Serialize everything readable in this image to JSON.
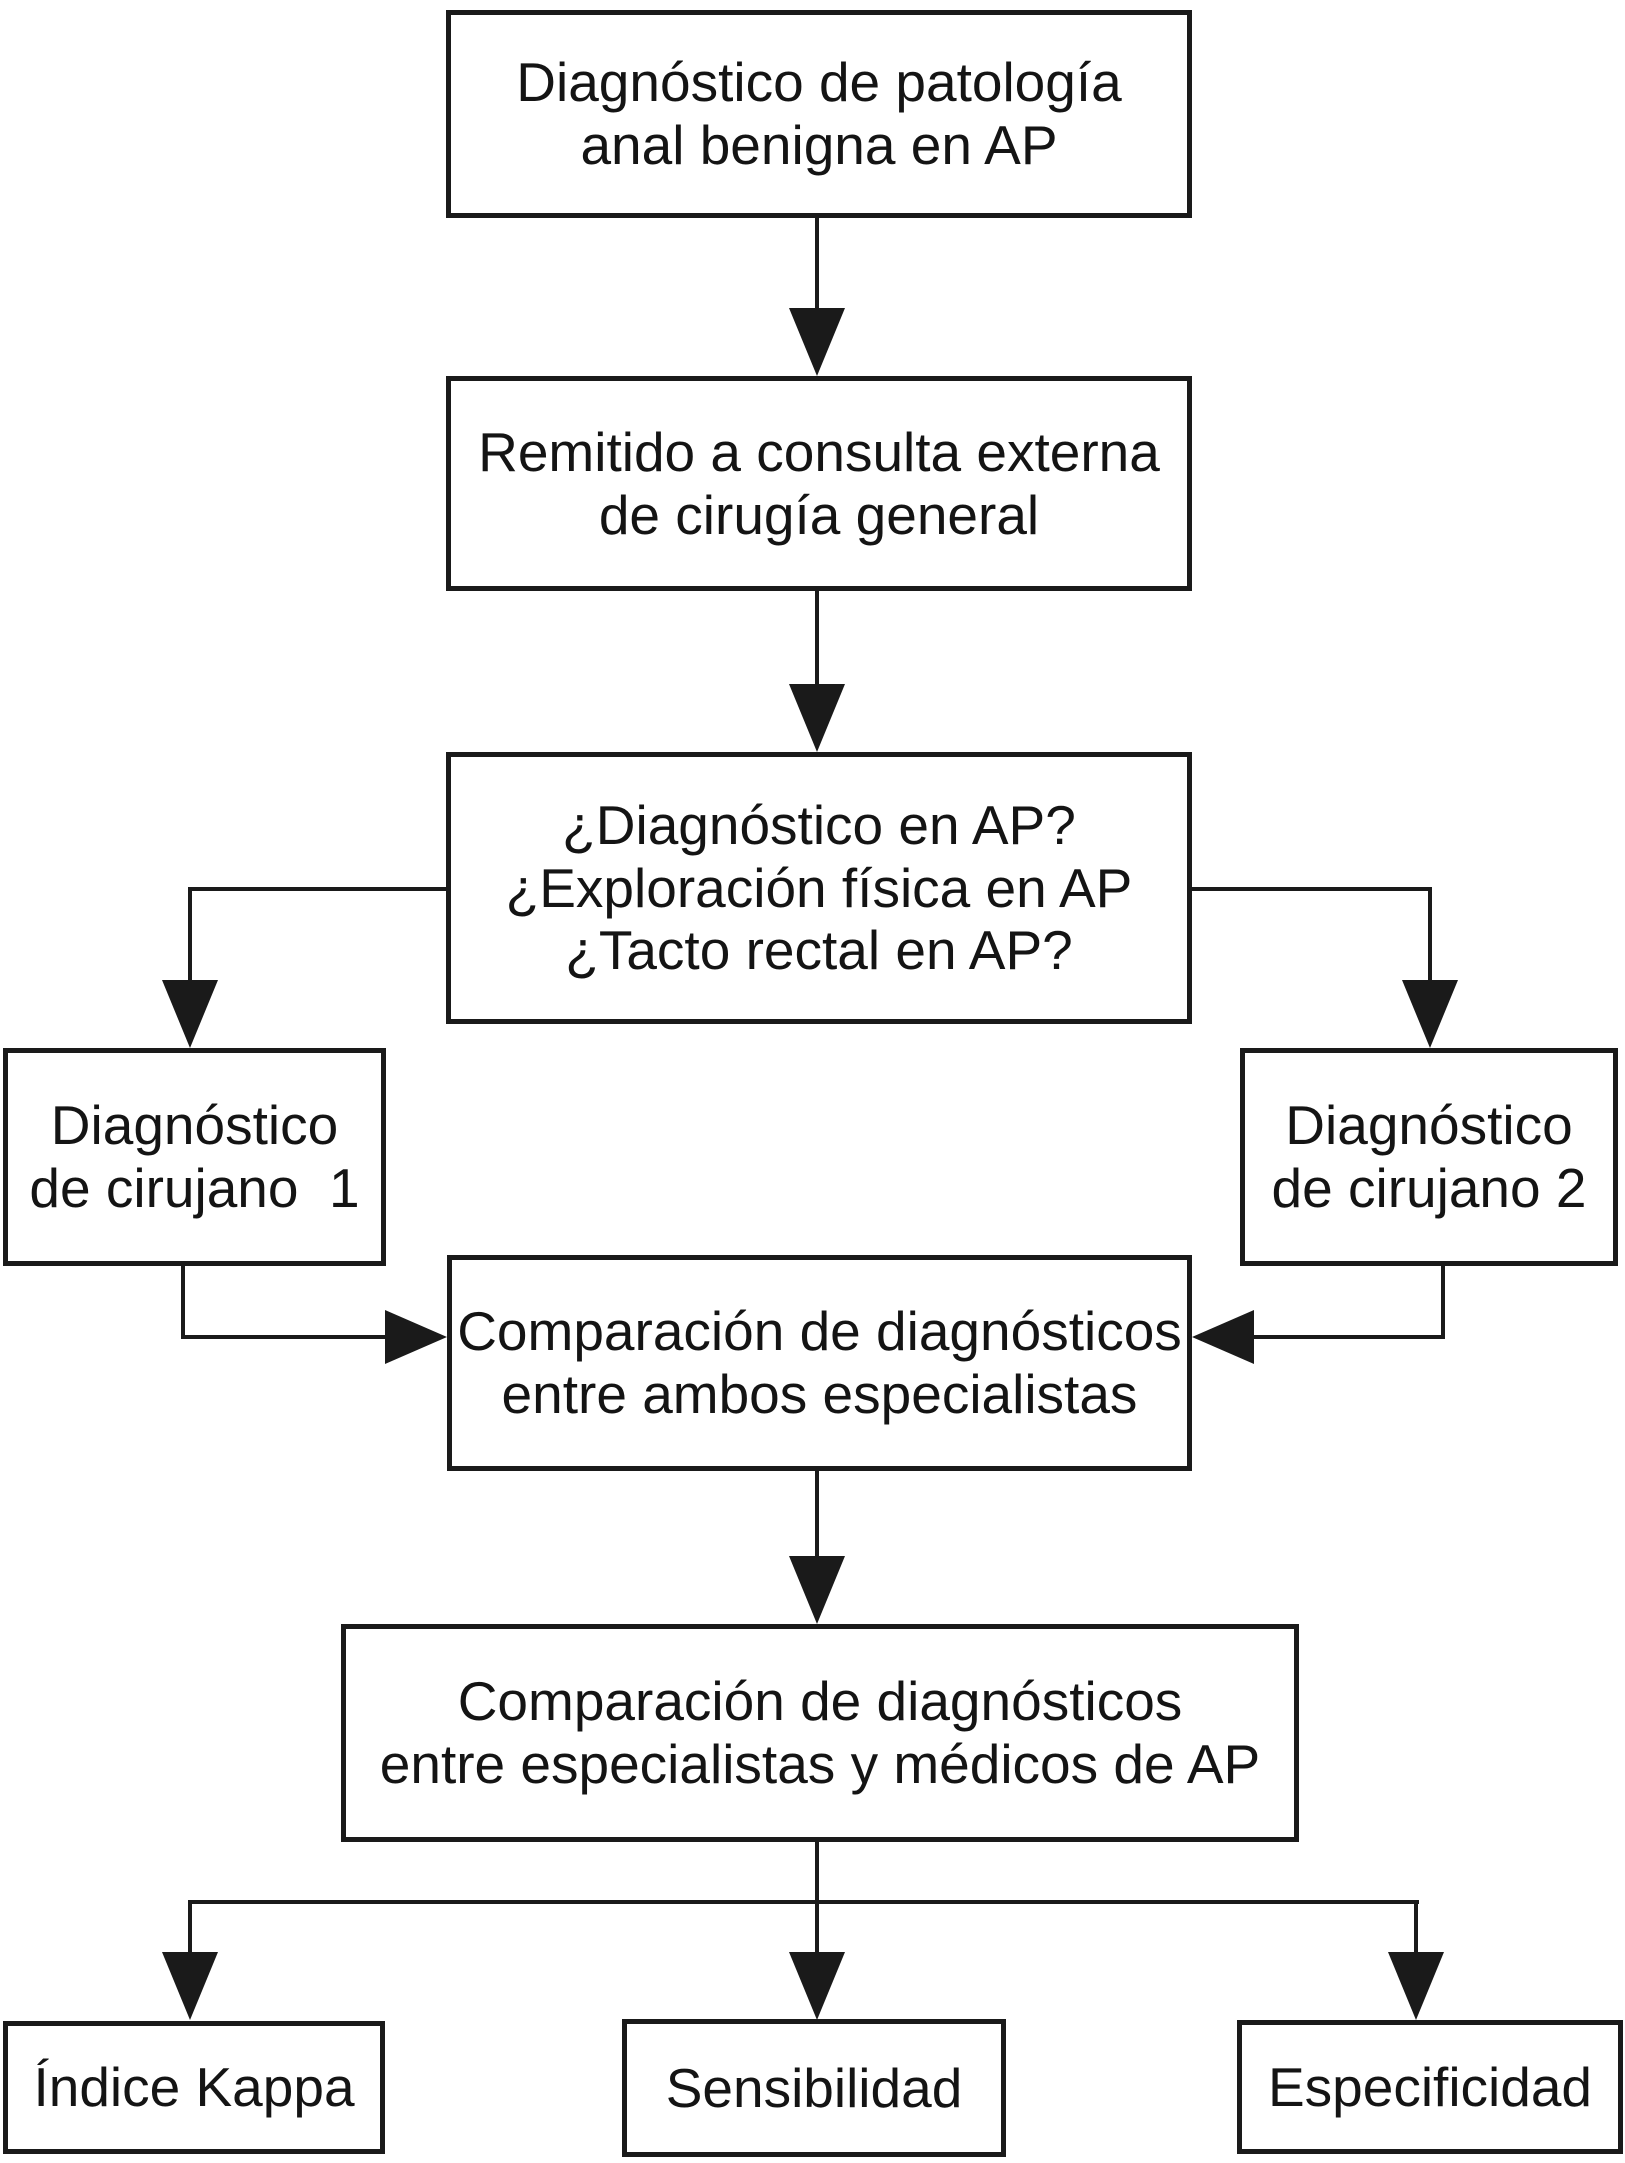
{
  "figure": {
    "type": "flowchart",
    "background_color": "#ffffff",
    "line_color": "#1a1a1a",
    "text_color": "#141414",
    "nodes": {
      "patologia_ap": {
        "lines": [
          "Diagnóstico de patología",
          "anal benigna en AP"
        ]
      },
      "remitido_consulta": {
        "lines": [
          "Remitido a consulta externa",
          "de cirugía general"
        ]
      },
      "preguntas_ap": {
        "lines": [
          "¿Diagnóstico en AP?",
          "¿Exploración física en AP",
          "¿Tacto rectal en AP?"
        ]
      },
      "cirujano_1": {
        "lines": [
          "Diagnóstico",
          "de cirujano  1"
        ]
      },
      "cirujano_2": {
        "lines": [
          "Diagnóstico",
          "de cirujano 2"
        ]
      },
      "comparacion_ambos": {
        "lines": [
          "Comparación de diagnósticos",
          "entre ambos especialistas"
        ]
      },
      "comparacion_ap": {
        "lines": [
          "Comparación de diagnósticos",
          "entre especialistas y médicos de AP"
        ]
      },
      "indice_kappa": {
        "lines": [
          "Índice Kappa"
        ]
      },
      "sensibilidad": {
        "lines": [
          "Sensibilidad"
        ]
      },
      "especificidad": {
        "lines": [
          "Especificidad"
        ]
      }
    },
    "edges": [
      {
        "from": "patologia_ap",
        "to": "remitido_consulta"
      },
      {
        "from": "remitido_consulta",
        "to": "preguntas_ap"
      },
      {
        "from": "preguntas_ap",
        "to": "cirujano_1"
      },
      {
        "from": "preguntas_ap",
        "to": "cirujano_2"
      },
      {
        "from": "cirujano_1",
        "to": "comparacion_ambos"
      },
      {
        "from": "cirujano_2",
        "to": "comparacion_ambos"
      },
      {
        "from": "comparacion_ambos",
        "to": "comparacion_ap"
      },
      {
        "from": "comparacion_ap",
        "to": "indice_kappa"
      },
      {
        "from": "comparacion_ap",
        "to": "sensibilidad"
      },
      {
        "from": "comparacion_ap",
        "to": "especificidad"
      }
    ]
  }
}
